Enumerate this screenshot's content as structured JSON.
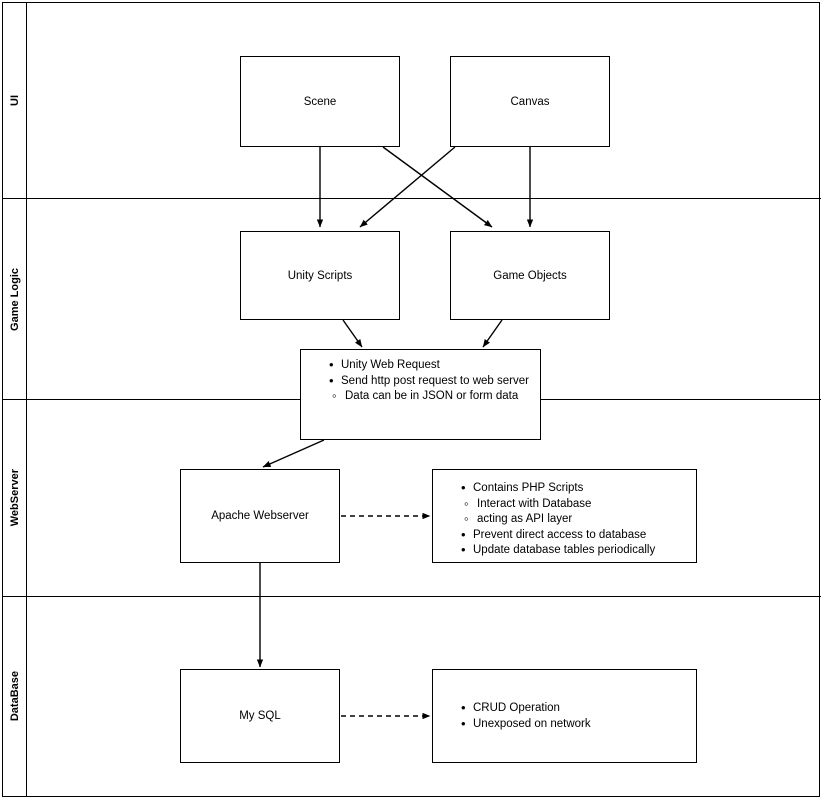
{
  "diagram": {
    "title": "Unity game client to web server to database architecture swimlane diagram",
    "background": "#ffffff",
    "line_color": "#000000",
    "lanes": [
      {
        "id": "ui",
        "label": "UI"
      },
      {
        "id": "game-logic",
        "label": "Game Logic"
      },
      {
        "id": "webserver",
        "label": "WebServer"
      },
      {
        "id": "database",
        "label": "DataBase"
      }
    ],
    "nodes": {
      "scene": {
        "label": "Scene"
      },
      "canvas": {
        "label": "Canvas"
      },
      "unity_scripts": {
        "label": "Unity Scripts"
      },
      "game_objects": {
        "label": "Game Objects"
      },
      "apache": {
        "label": "Apache Webserver"
      },
      "mysql": {
        "label": "My SQL"
      }
    },
    "notes": {
      "web_request": {
        "items": [
          {
            "level": 1,
            "text": "Unity Web Request"
          },
          {
            "level": 1,
            "text": "Send http post request to web server"
          },
          {
            "level": 2,
            "text": "Data can be in JSON or form data"
          }
        ]
      },
      "php_scripts": {
        "items": [
          {
            "level": 1,
            "text": "Contains PHP Scripts"
          },
          {
            "level": 2,
            "text": "Interact with Database"
          },
          {
            "level": 2,
            "text": "acting as API layer"
          },
          {
            "level": 1,
            "text": "Prevent direct access to database"
          },
          {
            "level": 1,
            "text": "Update database tables periodically"
          }
        ]
      },
      "db_notes": {
        "items": [
          {
            "level": 1,
            "text": "CRUD Operation"
          },
          {
            "level": 1,
            "text": "Unexposed on network"
          }
        ]
      }
    },
    "edges": [
      {
        "from": "scene",
        "to": "unity_scripts",
        "style": "solid"
      },
      {
        "from": "scene",
        "to": "game_objects",
        "style": "solid"
      },
      {
        "from": "canvas",
        "to": "unity_scripts",
        "style": "solid"
      },
      {
        "from": "canvas",
        "to": "game_objects",
        "style": "solid"
      },
      {
        "from": "unity_scripts",
        "to": "web_request",
        "style": "solid"
      },
      {
        "from": "game_objects",
        "to": "web_request",
        "style": "solid"
      },
      {
        "from": "web_request",
        "to": "apache",
        "style": "solid"
      },
      {
        "from": "apache",
        "to": "php_scripts",
        "style": "dashed"
      },
      {
        "from": "apache",
        "to": "mysql",
        "style": "solid"
      },
      {
        "from": "mysql",
        "to": "db_notes",
        "style": "dashed"
      }
    ]
  }
}
